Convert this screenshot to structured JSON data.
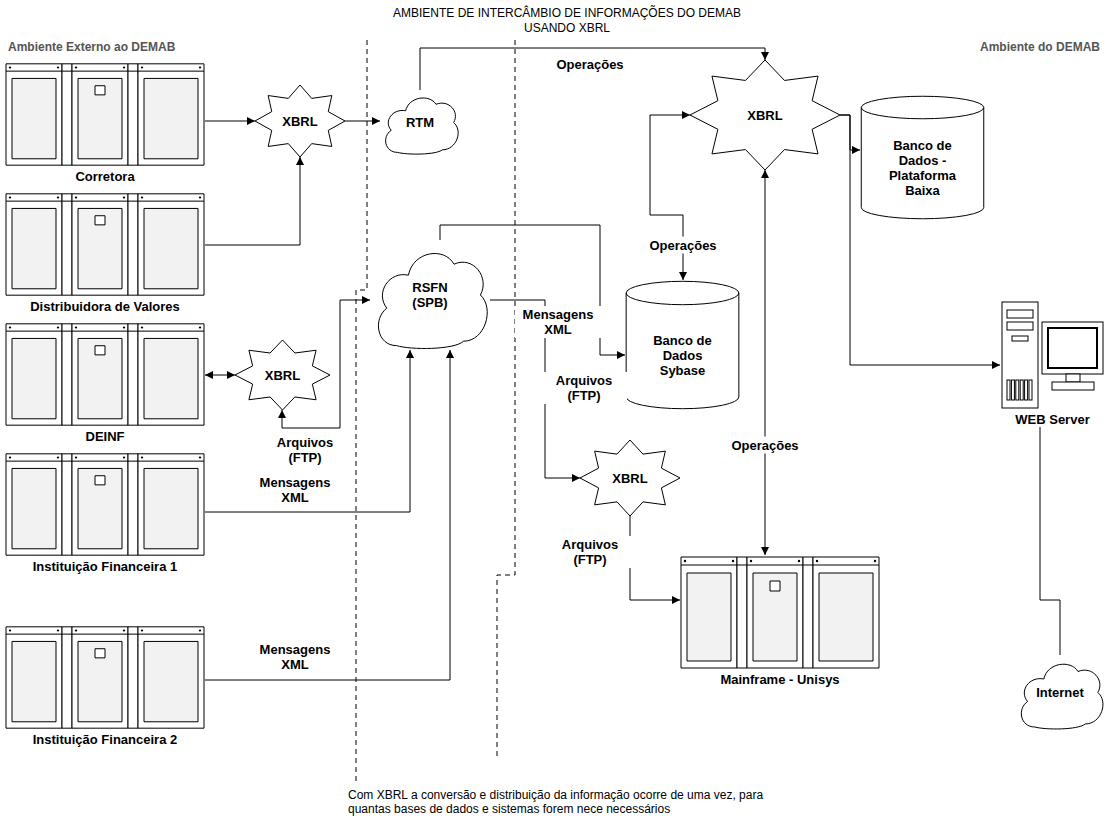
{
  "diagram": {
    "title": "AMBIENTE DE INTERCÂMBIO DE INFORMAÇÕES DO DEMAB USANDO XBRL",
    "caption": "Com XBRL a conversão e distribuição da informação ocorre de uma vez, para quantas bases de dados e sistemas forem nece necessários",
    "nodes": [
      {
        "text": [
          "Corretora"
        ]
      },
      {
        "text": [
          "Distribuidora de Valores"
        ]
      },
      {
        "text": [
          "DEINF"
        ]
      },
      {
        "text": [
          "Instituição Financeira 1"
        ]
      },
      {
        "text": [
          "Instituição Financeira 2"
        ]
      },
      {
        "text": [
          "XBRL"
        ]
      },
      {
        "text": [
          "XBRL"
        ]
      },
      {
        "text": [
          "RTM"
        ]
      },
      {
        "text": [
          "RSFN (SPB)"
        ]
      },
      {
        "text": [
          "XBRL"
        ]
      },
      {
        "text": [
          "XBRL"
        ]
      },
      {
        "text": [
          "Banco de Dados - Plataforma Baixa"
        ]
      },
      {
        "text": [
          "Banco de Dados Sybase"
        ]
      },
      {
        "text": [
          "WEB Server"
        ]
      },
      {
        "text": [
          "Mainframe - Unisys"
        ]
      },
      {
        "text": [
          "Internet"
        ]
      }
    ],
    "edges": [
      {
        "from": 0,
        "to": 5,
        "arrow": "to"
      },
      {
        "from": 1,
        "to": 5,
        "arrow": "to"
      },
      {
        "from": 5,
        "to": 7,
        "arrow": "to"
      },
      {
        "from": 7,
        "to": 9,
        "label": "Operações",
        "arrow": "to"
      },
      {
        "from": 9,
        "to": 11,
        "arrow": "to"
      },
      {
        "from": 9,
        "to": 13,
        "arrow": "to"
      },
      {
        "from": 2,
        "to": 6,
        "arrow": "both"
      },
      {
        "from": 6,
        "to": 8,
        "label": "Arquivos (FTP)",
        "arrow": "both"
      },
      {
        "from": 3,
        "to": 8,
        "label": "Mensagens XML",
        "arrow": "to"
      },
      {
        "from": 4,
        "to": 8,
        "label": "Mensagens XML",
        "arrow": "to"
      },
      {
        "from": 8,
        "to": 12,
        "label": "Mensagens XML",
        "arrow": "to"
      },
      {
        "from": 8,
        "to": 10,
        "label": "Arquivos (FTP)",
        "arrow": "to"
      },
      {
        "from": 10,
        "to": 14,
        "label": "Arquivos (FTP)",
        "arrow": "to"
      },
      {
        "from": 12,
        "to": 9,
        "label": "Operações",
        "arrow": "both"
      },
      {
        "from": 14,
        "to": 9,
        "label": "Operações",
        "arrow": "both"
      },
      {
        "from": 13,
        "to": 15,
        "arrow": "none"
      }
    ],
    "labels": [
      "Ambiente Externo ao DEMAB",
      "Ambiente do DEMAB"
    ]
  }
}
